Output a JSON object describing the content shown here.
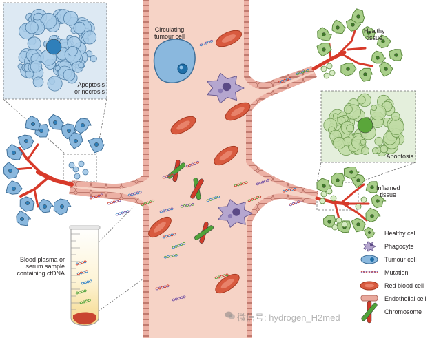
{
  "labels": {
    "circulating": "Circulating\ntumour cell",
    "healthy_tissue": "Healthy\ntissue",
    "apoptosis_necrosis": "Apoptosis\nor necrosis",
    "apoptosis": "Apoptosis",
    "inflamed_tissue": "Inflamed\ntissue",
    "blood_sample": "Blood plasma or\nserum sample\ncontaining ctDNA"
  },
  "legend": [
    {
      "key": "healthy",
      "label": "Healthy cell",
      "icon": "healthy-cell-icon"
    },
    {
      "key": "phagocyte",
      "label": "Phagocyte",
      "icon": "phagocyte-icon"
    },
    {
      "key": "tumour",
      "label": "Tumour cell",
      "icon": "tumour-cell-icon"
    },
    {
      "key": "mutation",
      "label": "Mutation",
      "icon": "dna-mutation-icon"
    },
    {
      "key": "rbc",
      "label": "Red blood cell",
      "icon": "red-blood-cell-icon"
    },
    {
      "key": "endothelial",
      "label": "Endothelial cell",
      "icon": "endothelial-cell-icon"
    },
    {
      "key": "chromosome",
      "label": "Chromosome",
      "icon": "chromosome-icon"
    }
  ],
  "watermark": "微信号: hydrogen_H2med",
  "colors": {
    "vessel_lumen": "#f6d3c6",
    "vessel_wall": "#d98e82",
    "endothelial_cell": "#e9a99d",
    "red_blood_cell": "#d85a3f",
    "tumour_cell": "#8ab8de",
    "healthy_cell": "#a9cf8a",
    "phagocyte": "#b5a6cf",
    "capillary": "#d73a2a"
  }
}
